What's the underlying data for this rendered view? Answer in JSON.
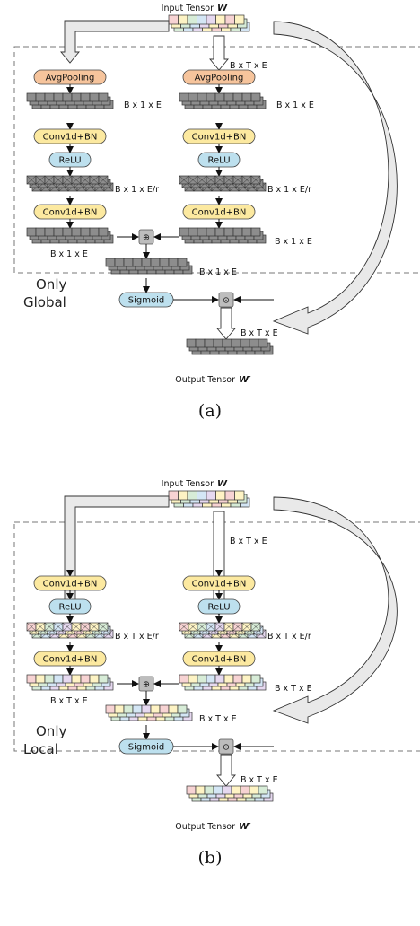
{
  "colors": {
    "pool": "#f6c49c",
    "conv": "#fce9a0",
    "relu": "#bde0ee",
    "sigmoid": "#bde0ee",
    "op_box": "#bdbdbd",
    "tensor_gray": "#8d8d8d",
    "arrow_fill": "#e9e9e9",
    "tensor_colors": [
      "#f7d3d3",
      "#fdf3c4",
      "#d7ecd7",
      "#d4e6f5",
      "#e6d9f0",
      "#fff3c4"
    ]
  },
  "panel_a": {
    "input_label": "Input Tensor",
    "input_var": "W",
    "output_label": "Output Tensor",
    "output_var": "W′",
    "dim_top": "B x T x E",
    "left_pool": "AvgPooling",
    "right_pool": "AvgPooling",
    "dim_after_pool_left": "B x 1 x E",
    "dim_after_pool_right": "B x 1 x E",
    "conv1": "Conv1d+BN",
    "relu": "ReLU",
    "dim_reduced_left": "B x 1 x E/r",
    "dim_reduced_right": "B x 1 x E/r",
    "conv2": "Conv1d+BN",
    "dim_left_out": "B x 1 x E",
    "dim_right_out": "B x 1 x E",
    "dim_sum": "B x 1 x E",
    "sigmoid": "Sigmoid",
    "add_symbol": "⊕",
    "mul_symbol": "⊙",
    "dim_out": "B x T x E",
    "mode_line1": "Only",
    "mode_line2": "Global",
    "caption": "(a)"
  },
  "panel_b": {
    "input_label": "Input Tensor",
    "input_var": "W",
    "output_label": "Output Tensor",
    "output_var": "W′",
    "dim_top": "B x T x E",
    "conv1": "Conv1d+BN",
    "relu": "ReLU",
    "dim_reduced_left": "B x T x E/r",
    "dim_reduced_right": "B x T x E/r",
    "conv2": "Conv1d+BN",
    "dim_left_out": "B x T x E",
    "dim_right_out": "B x T x E",
    "dim_sum": "B x T x E",
    "sigmoid": "Sigmoid",
    "add_symbol": "⊕",
    "mul_symbol": "⊙",
    "dim_out": "B x T x E",
    "mode_line1": "Only",
    "mode_line2": "Local",
    "caption": "(b)"
  }
}
